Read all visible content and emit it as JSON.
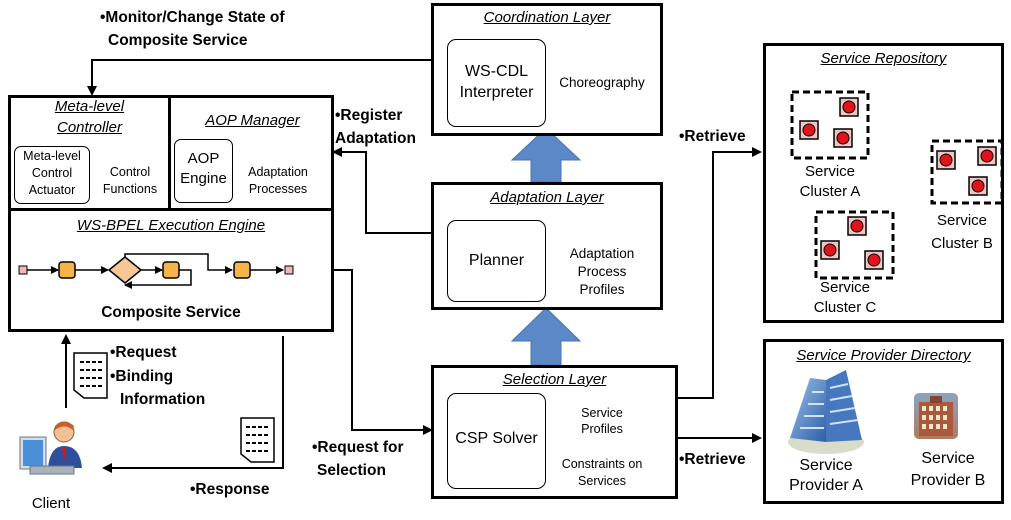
{
  "top_notes": {
    "monitor_line1": "•Monitor/Change State of",
    "monitor_line2": "Composite Service"
  },
  "coordination_layer": {
    "title": "Coordination Layer",
    "interpreter_line1": "WS-CDL",
    "interpreter_line2": "Interpreter",
    "store": "Choreography"
  },
  "adaptation_layer": {
    "title": "Adaptation Layer",
    "planner": "Planner",
    "store_line1": "Adaptation",
    "store_line2": "Process",
    "store_line3": "Profiles"
  },
  "selection_layer": {
    "title": "Selection Layer",
    "solver": "CSP Solver",
    "store1_line1": "Service",
    "store1_line2": "Profiles",
    "store2_line1": "Constraints on",
    "store2_line2": "Services"
  },
  "meta_controller": {
    "title_line1": "Meta-level",
    "title_line2": "Controller",
    "actuator_line1": "Meta-level",
    "actuator_line2": "Control",
    "actuator_line3": "Actuator",
    "functions_line1": "Control",
    "functions_line2": "Functions"
  },
  "aop_manager": {
    "title": "AOP Manager",
    "engine_line1": "AOP",
    "engine_line2": "Engine",
    "store_line1": "Adaptation",
    "store_line2": "Processes"
  },
  "bpel_engine": {
    "title": "WS-BPEL Execution Engine",
    "composite": "Composite Service"
  },
  "service_repository": {
    "title": "Service Repository",
    "cluster_a_line1": "Service",
    "cluster_a_line2": "Cluster A",
    "cluster_b_line1": "Service",
    "cluster_b_line2": "Cluster B",
    "cluster_c_line1": "Service",
    "cluster_c_line2": "Cluster C"
  },
  "provider_directory": {
    "title": "Service Provider Directory",
    "provider_a_line1": "Service",
    "provider_a_line2": "Provider A",
    "provider_b_line1": "Service",
    "provider_b_line2": "Provider B"
  },
  "edge_labels": {
    "register_line1": "•Register",
    "register_line2": "Adaptation",
    "retrieve_top": "•Retrieve",
    "retrieve_bottom": "•Retrieve",
    "request_line1": "•Request",
    "binding_line1": "•Binding",
    "binding_line2": "Information",
    "request_sel_line1": "•Request for",
    "request_sel_line2": "Selection",
    "response": "•Response"
  },
  "client": {
    "label": "Client"
  },
  "colors": {
    "arrow_blue": "#5b88c6",
    "task_orange": "#f5b44a",
    "gateway_orange": "#f7c896",
    "event_pink": "#f2b8b8",
    "service_red": "#e2141a",
    "service_square": "#f3c4c4"
  }
}
